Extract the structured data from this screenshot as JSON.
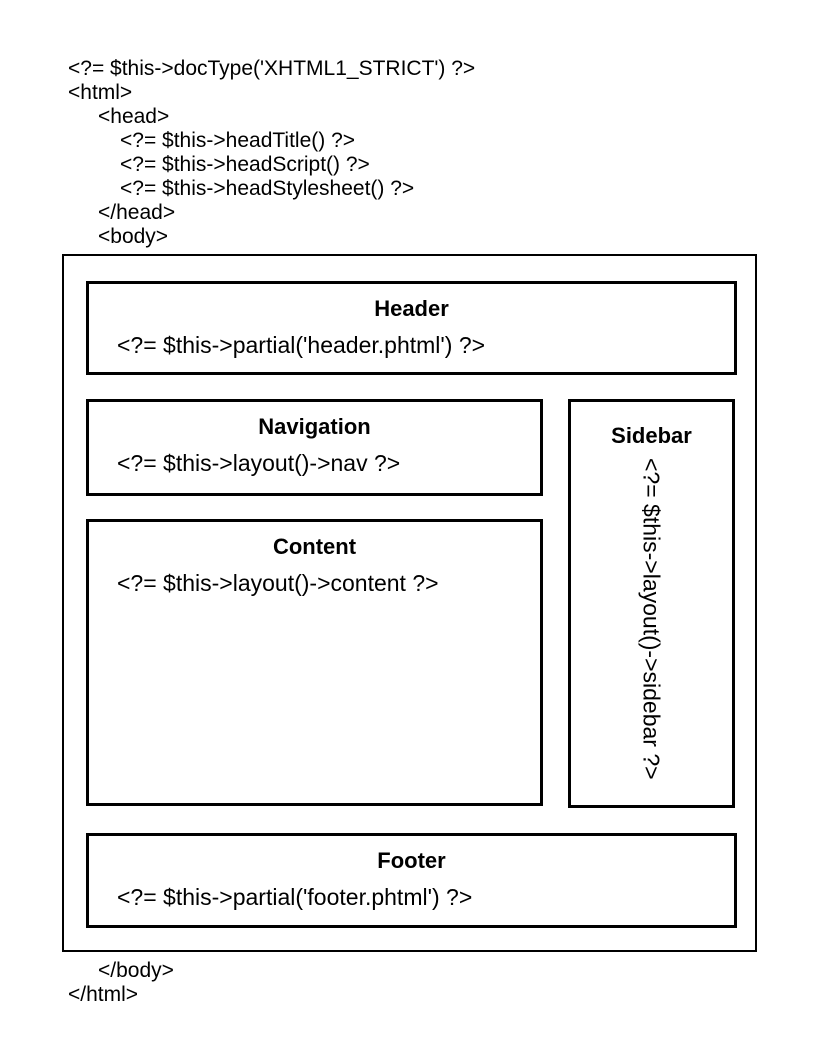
{
  "page": {
    "background": "#ffffff",
    "text_color": "#000000",
    "border_color": "#000000"
  },
  "top_code": {
    "lines": [
      {
        "text": "<?= $this->docType('XHTML1_STRICT') ?>"
      },
      {
        "text": "<html>"
      },
      {
        "text": "<head>"
      },
      {
        "text": "<?= $this->headTitle() ?>"
      },
      {
        "text": "<?= $this->headScript() ?>"
      },
      {
        "text": "<?= $this->headStylesheet() ?>"
      },
      {
        "text": "</head>"
      },
      {
        "text": "<body>"
      }
    ]
  },
  "layout_diagram": {
    "header": {
      "title": "Header",
      "code": "<?= $this->partial('header.phtml') ?>"
    },
    "navigation": {
      "title": "Navigation",
      "code": "<?= $this->layout()->nav ?>"
    },
    "content": {
      "title": "Content",
      "code": "<?= $this->layout()->content ?>"
    },
    "sidebar": {
      "title": "Sidebar",
      "code": "<?= $this->layout()->sidebar ?>"
    },
    "footer": {
      "title": "Footer",
      "code": "<?= $this->partial('footer.phtml') ?>"
    }
  },
  "bottom_code": {
    "lines": [
      {
        "text": "</body>"
      },
      {
        "text": "</html>"
      }
    ]
  }
}
